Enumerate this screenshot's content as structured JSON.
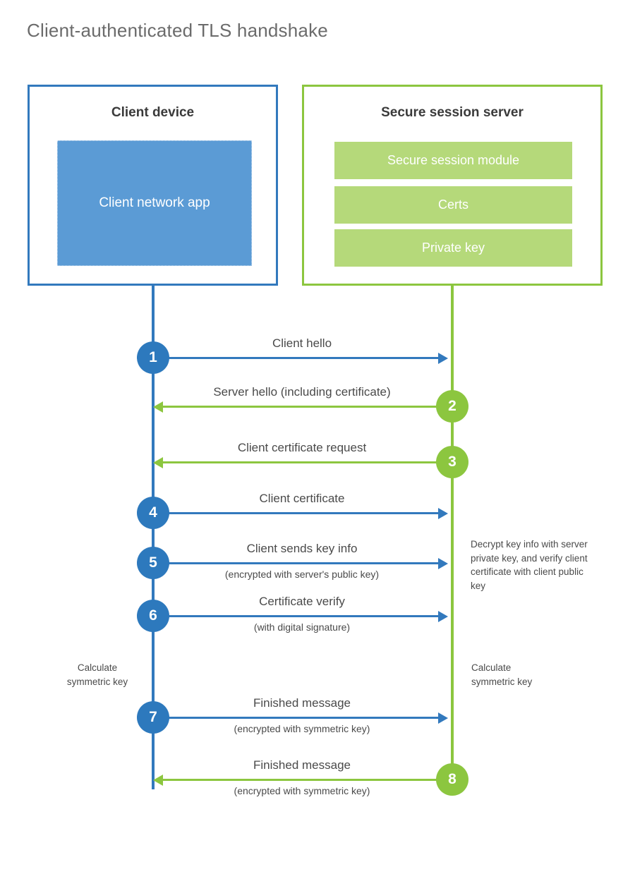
{
  "page": {
    "title": "Client-authenticated TLS handshake",
    "colors": {
      "client_blue": "#3279bd",
      "client_app_fill": "#5b9bd5",
      "server_green": "#8cc63f",
      "server_bar_fill": "#b5d97a",
      "text_dark": "#3a3a3a",
      "text_body": "#4a4a4a",
      "title_gray": "#6b6b6b",
      "background": "#ffffff"
    }
  },
  "client": {
    "title": "Client device",
    "app_label": "Client network app",
    "app_label_line1": "Client network",
    "app_label_line2": "app"
  },
  "server": {
    "title": "Secure session server",
    "modules": [
      {
        "label": "Secure session module"
      },
      {
        "label": "Certs"
      },
      {
        "label": "Private key"
      }
    ]
  },
  "messages": [
    {
      "number": "1",
      "label": "Client hello",
      "sublabel": "",
      "direction": "client-to-server",
      "color": "blue",
      "badge_side": "client"
    },
    {
      "number": "2",
      "label": "Server hello (including certificate)",
      "sublabel": "",
      "direction": "server-to-client",
      "color": "green",
      "badge_side": "server"
    },
    {
      "number": "3",
      "label": "Client certificate request",
      "sublabel": "",
      "direction": "server-to-client",
      "color": "green",
      "badge_side": "server"
    },
    {
      "number": "4",
      "label": "Client certificate",
      "sublabel": "",
      "direction": "client-to-server",
      "color": "blue",
      "badge_side": "client"
    },
    {
      "number": "5",
      "label": "Client sends key info",
      "sublabel": "(encrypted with server's public key)",
      "direction": "client-to-server",
      "color": "blue",
      "badge_side": "client"
    },
    {
      "number": "6",
      "label": "Certificate verify",
      "sublabel": "(with digital signature)",
      "direction": "client-to-server",
      "color": "blue",
      "badge_side": "client"
    },
    {
      "number": "7",
      "label": "Finished message",
      "sublabel": "(encrypted with symmetric key)",
      "direction": "client-to-server",
      "color": "blue",
      "badge_side": "client"
    },
    {
      "number": "8",
      "label": "Finished message",
      "sublabel": "(encrypted with symmetric key)",
      "direction": "server-to-client",
      "color": "green",
      "badge_side": "server"
    }
  ],
  "annotations": {
    "server_decrypt": "Decrypt key info with server private key, and verify client certificate with client public key",
    "client_symmetric_key": "Calculate symmetric key",
    "server_symmetric_key": "Calculate symmetric key"
  }
}
